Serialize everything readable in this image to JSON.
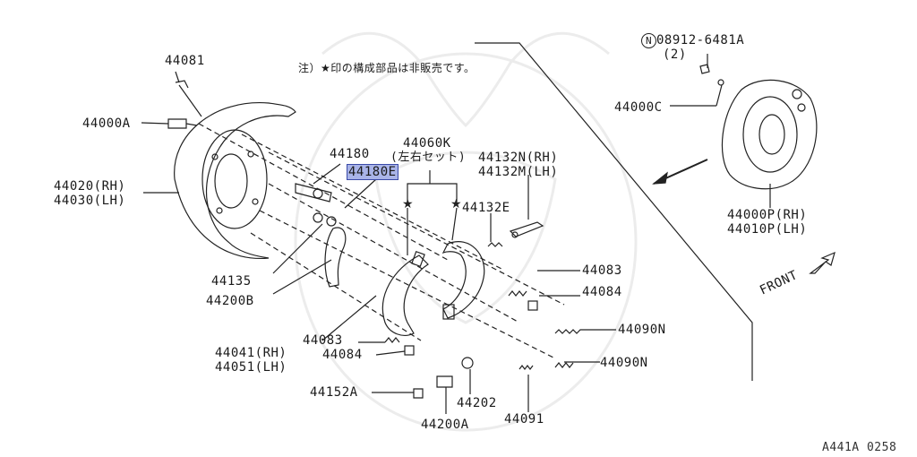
{
  "note": "注）★印の構成部品は非販売です。",
  "figure_code": "A441A 0258",
  "front_label": "FRONT",
  "labels": {
    "p44081": "44081",
    "p44000A": "44000A",
    "p44020": "44020(RH)",
    "p44030": "44030(LH)",
    "p44180": "44180",
    "p44180E": "44180E",
    "p44060K": "44060K",
    "p44060K_sub": "(左右セット)",
    "p44132N": "44132N(RH)",
    "p44132M": "44132M(LH)",
    "p44132E": "44132E",
    "p08912": "08912-6481A",
    "p08912_qty": "(2)",
    "p44000C": "44000C",
    "p44000P": "44000P(RH)",
    "p44010P": "44010P(LH)",
    "p44135": "44135",
    "p44200B": "44200B",
    "p44083a": "44083",
    "p44084a": "44084",
    "p44090Na": "44090N",
    "p44090Nb": "44090N",
    "p44041": "44041(RH)",
    "p44051": "44051(LH)",
    "p44083b": "44083",
    "p44084b": "44084",
    "p44152A": "44152A",
    "p44202": "44202",
    "p44200A": "44200A",
    "p44091": "44091"
  },
  "highlight_color": "#a9b4e8"
}
